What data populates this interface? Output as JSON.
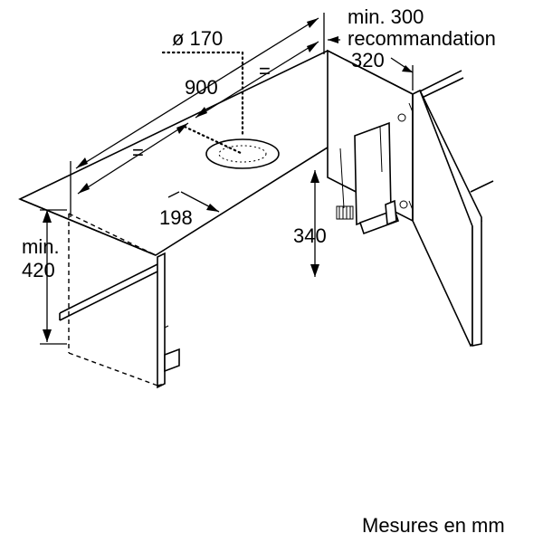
{
  "labels": {
    "diameter": "ø 170",
    "min_300": "min. 300",
    "recommandation": "recommandation",
    "dim_320": "320",
    "dim_900": "900",
    "equal_1": "=",
    "equal_2": "=",
    "dim_198": "198",
    "dim_340": "340",
    "min": "min.",
    "dim_420": "420",
    "footer": "Mesures en mm"
  }
}
